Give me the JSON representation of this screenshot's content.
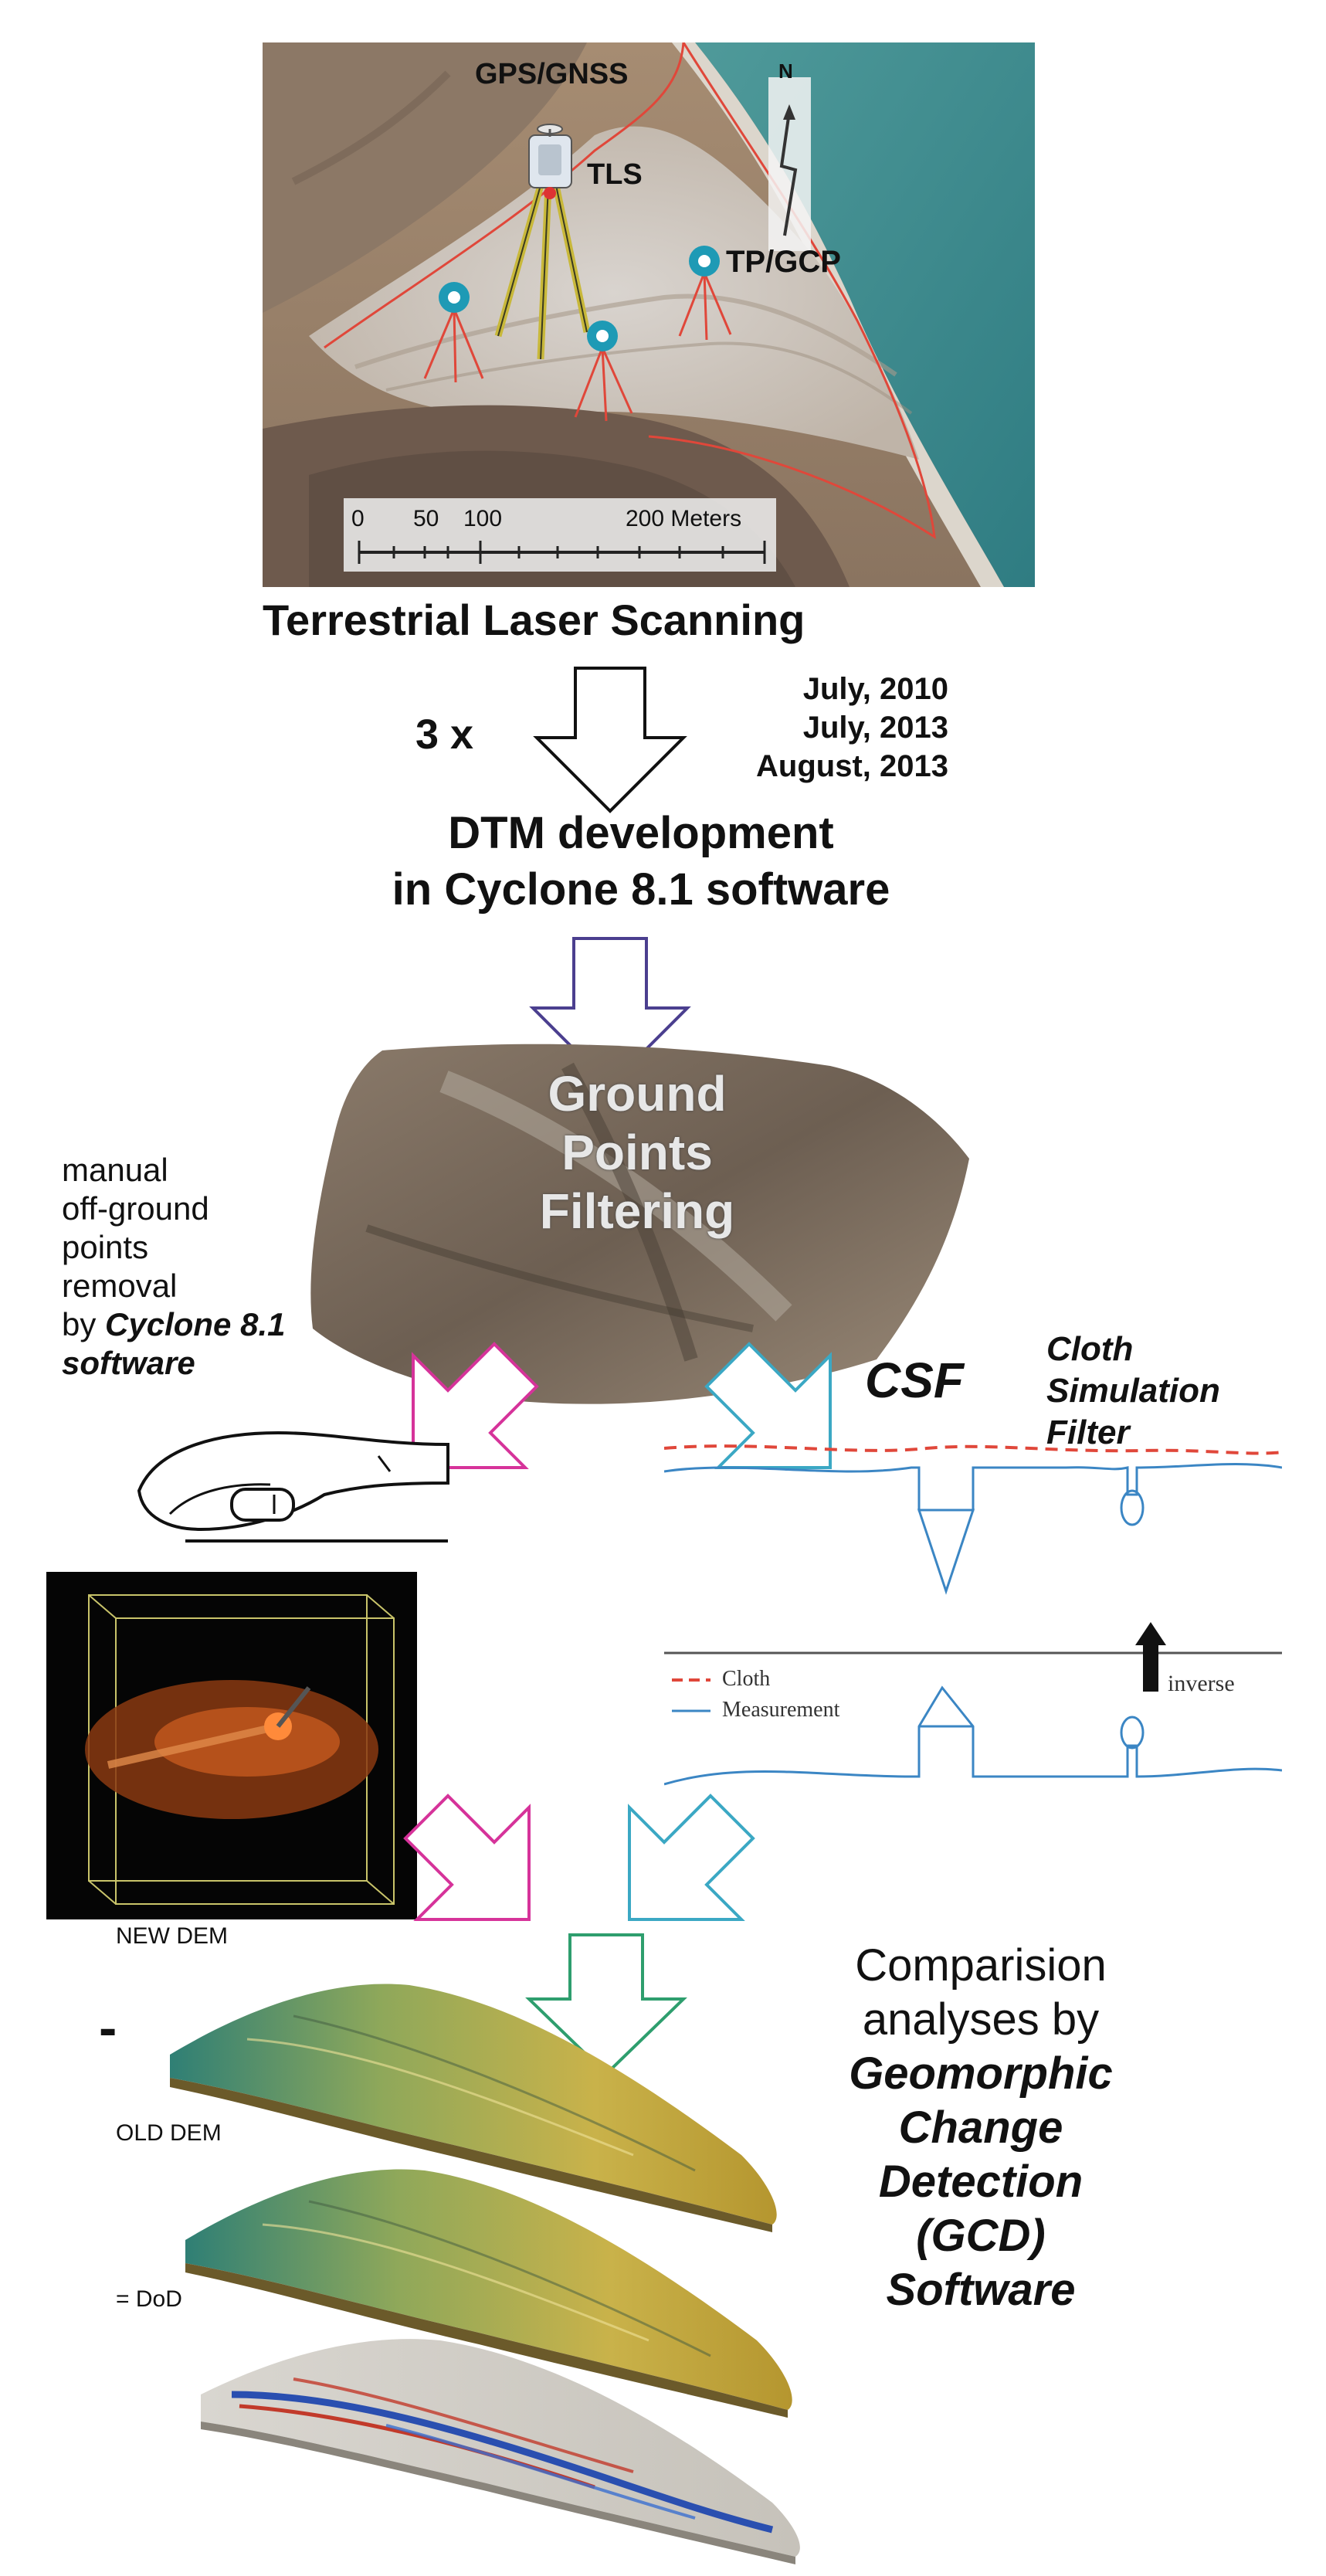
{
  "map": {
    "gps_label": "GPS/GNSS",
    "tls_label": "TLS",
    "tp_label": "TP/GCP",
    "north_label": "N",
    "scale_ticks": [
      "0",
      "50",
      "100",
      "200 Meters"
    ]
  },
  "step1": {
    "title": "Terrestrial Laser Scanning"
  },
  "scans": {
    "count_label": "3 x",
    "dates": [
      "July, 2010",
      "July, 2013",
      "August, 2013"
    ]
  },
  "step2": {
    "line1": "DTM development",
    "line2": "in Cyclone 8.1 software"
  },
  "filtering": {
    "title_lines": [
      "Ground",
      "Points",
      "Filtering"
    ],
    "manual_lines": [
      "manual",
      "off-ground",
      "points",
      "removal",
      "by"
    ],
    "manual_bold_word": "Cyclone 8.1",
    "manual_last": "software"
  },
  "csf": {
    "abbr": "CSF",
    "name_lines": [
      "Cloth",
      "Simulation",
      "Filter"
    ],
    "legend_cloth": "Cloth",
    "legend_measurement": "Measurement",
    "inverse_label": "inverse"
  },
  "dem": {
    "new_label": "NEW DEM",
    "minus_label": "-",
    "old_label": "OLD DEM",
    "dod_label": "= DoD"
  },
  "comparison": {
    "plain_lines": [
      "Comparision",
      "analyses by"
    ],
    "bold_lines": [
      "Geomorphic",
      "Change",
      "Detection",
      "(GCD)",
      "Software"
    ]
  },
  "colors": {
    "arrow_purple": "#4b3f8f",
    "arrow_magenta": "#d6339a",
    "arrow_cyan": "#3ba8c4",
    "arrow_green": "#2e9e6e",
    "cloth_red": "#e0473a",
    "measurement_blue": "#3b86c4"
  }
}
